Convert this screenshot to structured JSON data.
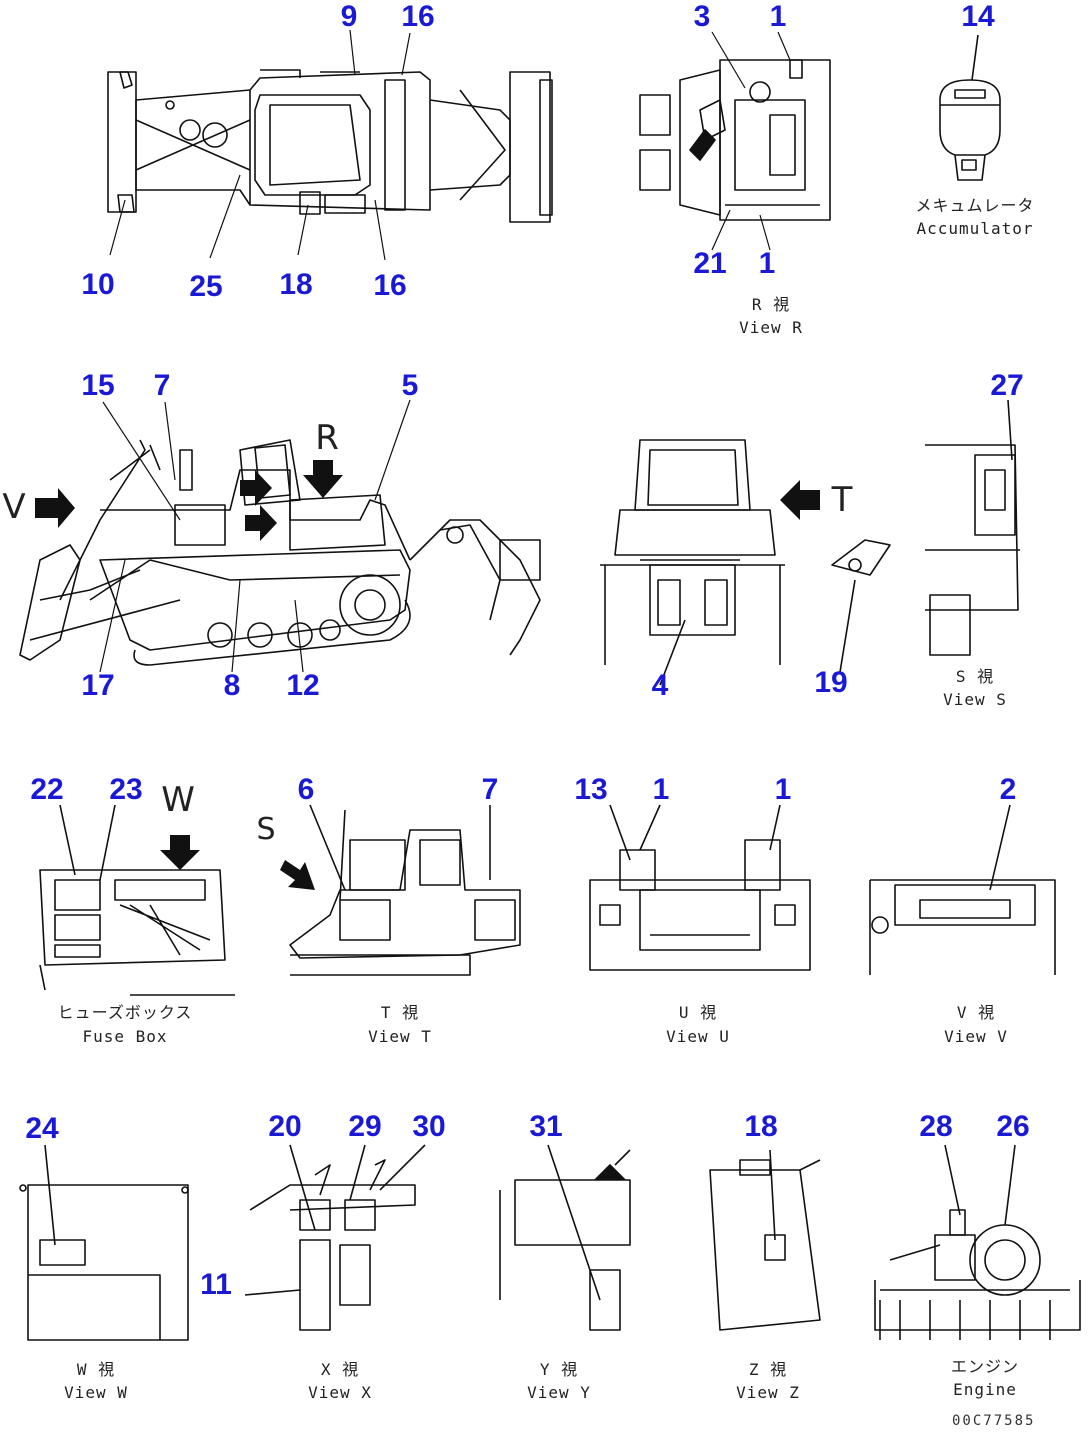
{
  "callouts": [
    "9",
    "16",
    "3",
    "1",
    "14",
    "10",
    "25",
    "18",
    "16",
    "21",
    "1",
    "15",
    "7",
    "5",
    "27",
    "17",
    "8",
    "12",
    "4",
    "19",
    "22",
    "23",
    "6",
    "7",
    "13",
    "1",
    "1",
    "2",
    "24",
    "20",
    "29",
    "30",
    "31",
    "18",
    "28",
    "26",
    "11"
  ],
  "view_letters": [
    "R",
    "T",
    "V",
    "S",
    "W"
  ],
  "captions": {
    "accumulator": [
      "メキュムレータ",
      "Accumulator"
    ],
    "view_r": [
      "R 視",
      "View R"
    ],
    "view_s": [
      "S 視",
      "View S"
    ],
    "fuse_box": [
      "ヒューズボックス",
      "Fuse Box"
    ],
    "view_t": [
      "T 視",
      "View T"
    ],
    "view_u": [
      "U 視",
      "View U"
    ],
    "view_v": [
      "V 視",
      "View V"
    ],
    "view_w": [
      "W 視",
      "View W"
    ],
    "view_x": [
      "X 視",
      "View X"
    ],
    "view_y": [
      "Y 視",
      "View Y"
    ],
    "view_z": [
      "Z 視",
      "View Z"
    ],
    "engine": [
      "エンジン",
      "Engine"
    ]
  },
  "drawing_code": "00C77585",
  "colors": {
    "callout": "#1a1ad6",
    "line": "#111111"
  }
}
